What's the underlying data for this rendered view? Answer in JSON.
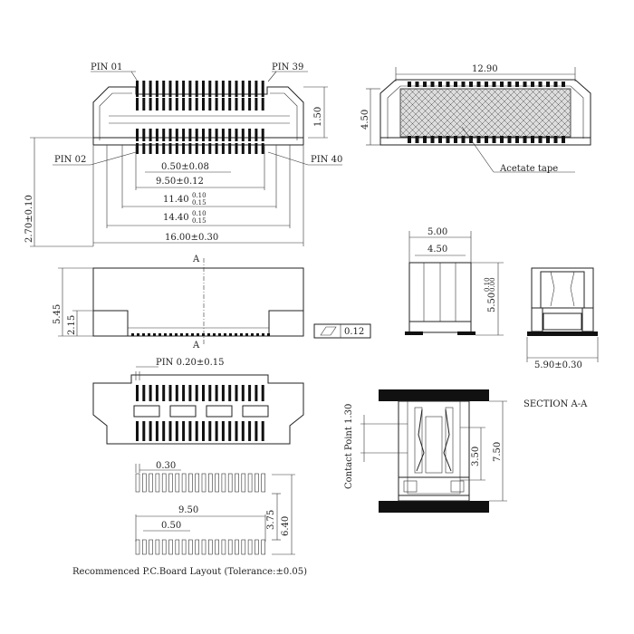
{
  "top_view": {
    "pin_01": "PIN 01",
    "pin_39": "PIN 39",
    "pin_02": "PIN 02",
    "pin_40": "PIN 40",
    "dim_pitch": "0.50±0.08",
    "dim_950": "9.50±0.12",
    "dim_1140": "11.40",
    "dim_1140_tol_up": "0.10",
    "dim_1140_tol_dn": "0.15",
    "dim_1440": "14.40",
    "dim_1440_tol_up": "0.10",
    "dim_1440_tol_dn": "0.15",
    "dim_1600": "16.00±0.30",
    "dim_150": "1.50",
    "dim_270": "2.70±0.10"
  },
  "top_right": {
    "dim_1290": "12.90",
    "dim_450": "4.50",
    "acetate_label": "Acetate tape"
  },
  "front_view": {
    "dim_545": "5.45",
    "dim_215": "2.15",
    "section_mark_top": "A",
    "section_mark_bottom": "A",
    "flatness_value": "0.12"
  },
  "side_view": {
    "dim_500": "5.00",
    "dim_450": "4.50",
    "dim_550": "5.50",
    "dim_550_tol_up": "0.10",
    "dim_550_tol_dn": "0.00"
  },
  "end_view": {
    "dim_590": "5.90±0.30"
  },
  "bottom_view": {
    "pin_dim": "PIN 0.20±0.15"
  },
  "pcb_layout": {
    "dim_030": "0.30",
    "dim_950": "9.50",
    "dim_050": "0.50",
    "dim_375": "3.75",
    "dim_640": "6.40",
    "caption": "Recommenced P.C.Board Layout (Tolerance:±0.05)"
  },
  "section": {
    "title": "SECTION A-A",
    "contact_label": "Contact Point 1.30",
    "dim_350": "3.50",
    "dim_750": "7.50"
  }
}
